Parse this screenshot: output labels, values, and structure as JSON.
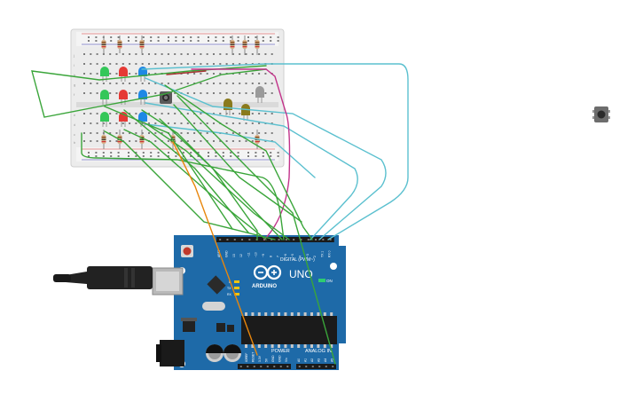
{
  "board": {
    "logo_text": "ARDUINO",
    "model": "UNO",
    "digital_label": "DIGITAL (PWM~)",
    "on_label": "ON",
    "power_label": "POWER",
    "analog_label": "ANALOG IN",
    "digital_pins": [
      "AREF",
      "GND",
      "13",
      "12",
      "~11",
      "~10",
      "~9",
      "8",
      "7",
      "~6",
      "~5",
      "4",
      "~3",
      "2",
      "TX 1",
      "RX 0"
    ],
    "power_pins": [
      "IOREF",
      "RESET",
      "3.3V",
      "5V",
      "GND",
      "GND",
      "Vin"
    ],
    "analog_pins": [
      "A0",
      "A1",
      "A2",
      "A3",
      "A4",
      "A5"
    ],
    "tx_label": "TX",
    "rx_label": "RX",
    "l_label": "L"
  },
  "breadboard": {
    "row_letters_top": [
      "j",
      "i",
      "h",
      "g",
      "f"
    ],
    "row_letters_bottom": [
      "e",
      "d",
      "c",
      "b",
      "a"
    ]
  },
  "leds": [
    {
      "color": "#34c759",
      "label": "green LED"
    },
    {
      "color": "#e53935",
      "label": "red LED"
    },
    {
      "color": "#1e88e5",
      "label": "blue LED"
    }
  ],
  "wire_colors": {
    "green": "#3aa53a",
    "teal": "#5bc0cf",
    "magenta": "#c2338a",
    "orange": "#e8860c",
    "dark_red": "#a83232"
  },
  "board_color": "#1e6aa8"
}
